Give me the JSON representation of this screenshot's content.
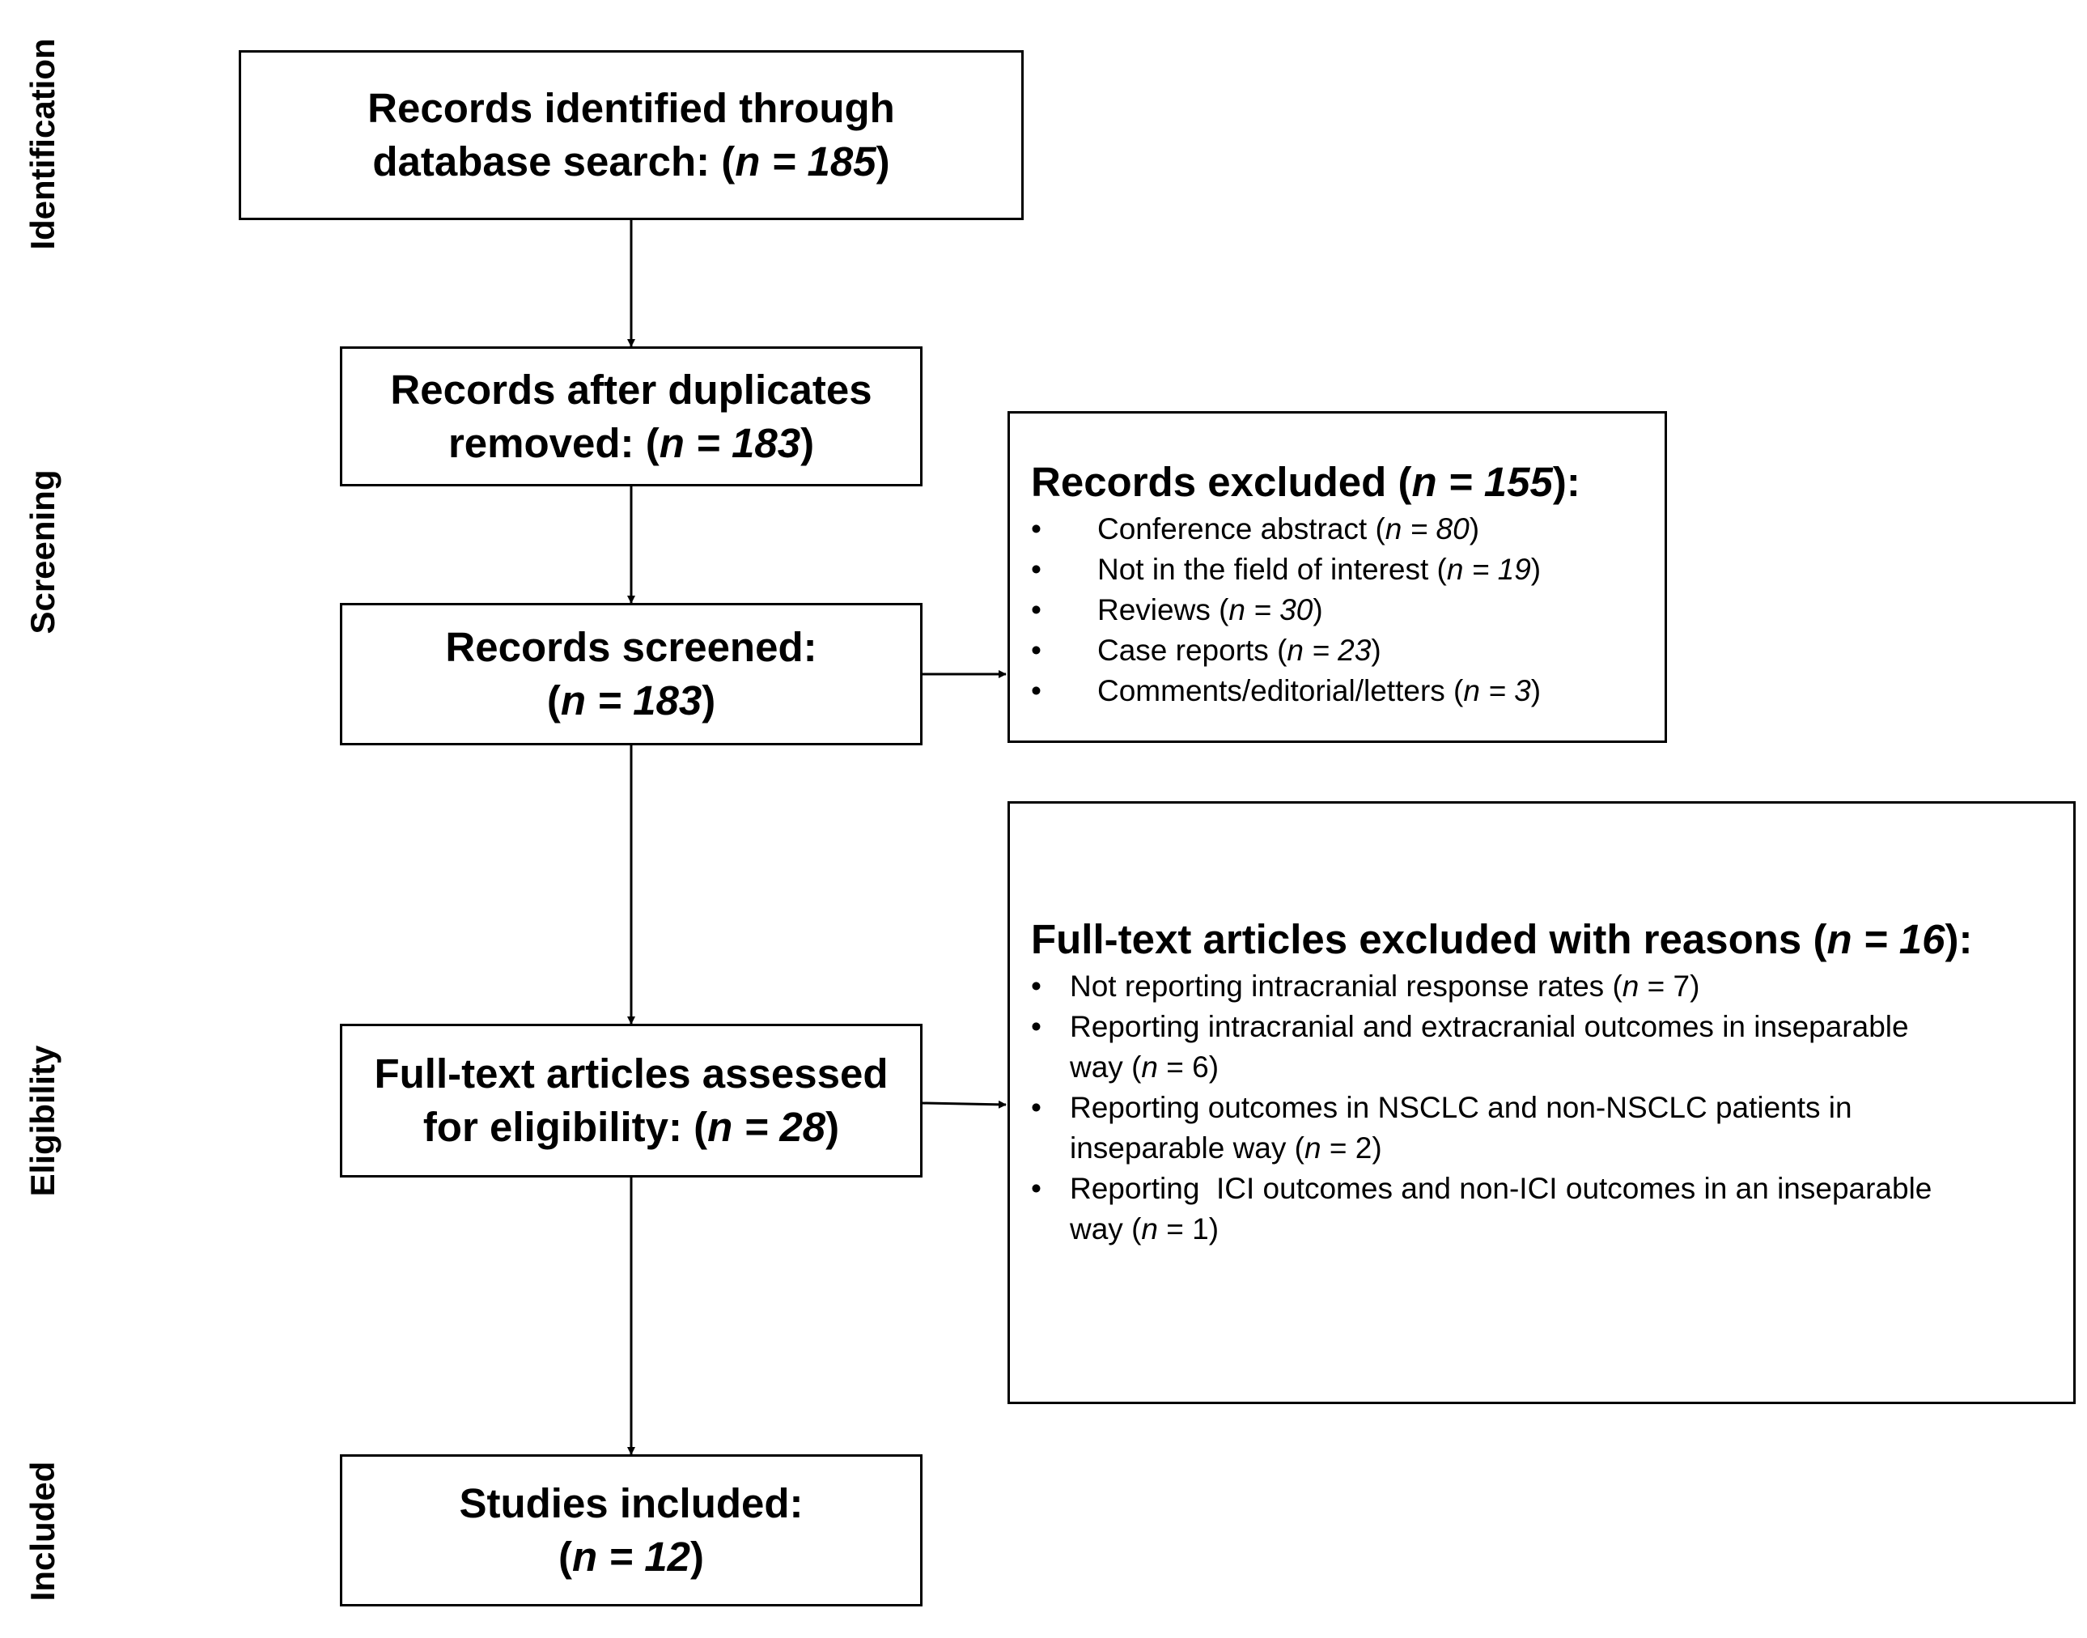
{
  "stages": {
    "identification": "Identification",
    "screening": "Screening",
    "eligibility": "Eligibility",
    "included": "Included"
  },
  "boxes": {
    "identified": {
      "line1": "Records identified through",
      "line2_prefix": "database search: (",
      "n_symbol": "n",
      "n_value": " = 185",
      "suffix": ")"
    },
    "after_duplicates": {
      "line1": "Records after duplicates",
      "line2_prefix": "removed: (",
      "n_symbol": "n",
      "n_value": " = 183",
      "suffix": ")"
    },
    "screened": {
      "line1": "Records screened:",
      "line2_prefix": "(",
      "n_symbol": "n",
      "n_value": " = 183",
      "suffix": ")"
    },
    "fulltext_assessed": {
      "line1": "Full-text articles assessed",
      "line2_prefix": "for eligibility: (",
      "n_symbol": "n",
      "n_value": " = 28",
      "suffix": ")"
    },
    "included": {
      "line1": "Studies included:",
      "line2_prefix": "(",
      "n_symbol": "n",
      "n_value": " = 12",
      "suffix": ")"
    }
  },
  "records_excluded": {
    "title_prefix": "Records excluded (",
    "n_symbol": "n",
    "n_value": " = 155",
    "title_suffix": "):",
    "items": [
      {
        "text": "Conference abstract (",
        "n": "n",
        "value": " = 80",
        "close": ")"
      },
      {
        "text": "Not in the field of interest (",
        "n": "n",
        "value": " = 19",
        "close": ")"
      },
      {
        "text": "Reviews (",
        "n": "n",
        "value": " = 30",
        "close": ")"
      },
      {
        "text": "Case reports (",
        "n": "n",
        "value": " = 23",
        "close": ")"
      },
      {
        "text": "Comments/editorial/letters (",
        "n": "n",
        "value": " = 3",
        "close": ")"
      }
    ]
  },
  "fulltext_excluded": {
    "title_prefix": "Full-text articles excluded with reasons (",
    "n_symbol": "n",
    "n_value": " = 16",
    "title_suffix": "):",
    "items": [
      {
        "line1": "Not reporting intracranial response rates (",
        "n": "n",
        "value": " = 7",
        "close": ")"
      },
      {
        "line1": "Reporting intracranial and extracranial outcomes in inseparable",
        "line2": "way (",
        "n": "n",
        "value": " = 6",
        "close": ")"
      },
      {
        "line1": "Reporting outcomes in NSCLC and non-NSCLC patients in",
        "line2": "inseparable way (",
        "n": "n",
        "value": " = 2",
        "close": ")"
      },
      {
        "line1": "Reporting  ICI outcomes and non-ICI outcomes in an inseparable",
        "line2": "way (",
        "n": "n",
        "value": " = 1",
        "close": ")"
      }
    ]
  }
}
